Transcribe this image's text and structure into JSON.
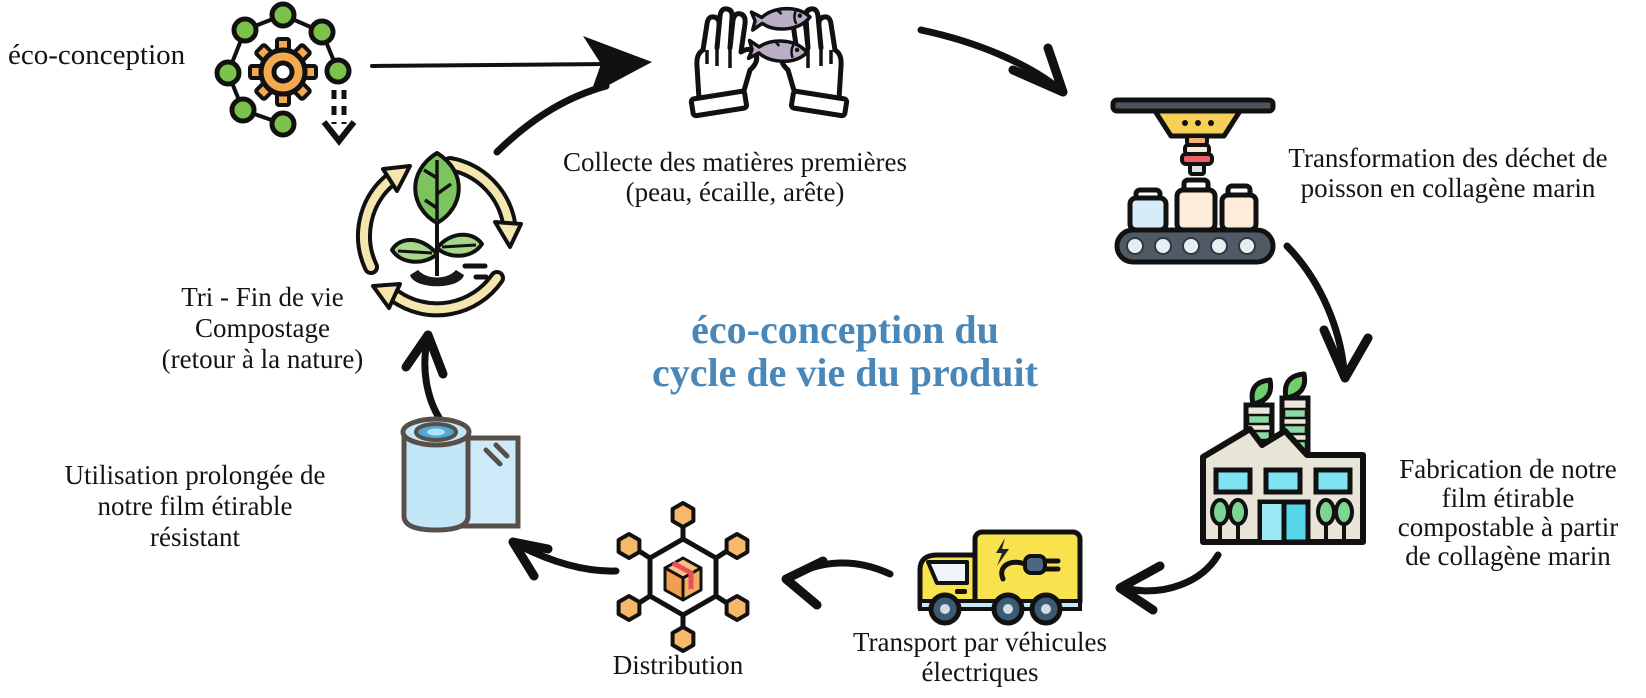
{
  "diagram_type": "product-lifecycle-cycle",
  "background": "#ffffff",
  "center_title": {
    "lines": [
      "éco-conception du",
      "cycle de vie du produit"
    ],
    "color": "#4a87b9"
  },
  "nodes": {
    "eco_conception": {
      "label": "éco-conception",
      "icon": "gear-network-icon"
    },
    "collecte": {
      "lines": [
        "Collecte des matières premières",
        "(peau, écaille, arête)"
      ],
      "icon": "hands-fish-icon"
    },
    "transformation": {
      "lines": [
        "Transformation des déchet de",
        "poisson en collagène marin"
      ],
      "icon": "conveyor-machine-icon"
    },
    "fabrication": {
      "lines": [
        "Fabrication de notre",
        "film étirable",
        "compostable à partir",
        "de collagène marin"
      ],
      "icon": "eco-factory-icon"
    },
    "transport": {
      "lines": [
        "Transport par véhicules",
        "électriques"
      ],
      "icon": "electric-truck-icon"
    },
    "distribution": {
      "label": "Distribution",
      "icon": "package-network-icon"
    },
    "utilisation": {
      "lines": [
        "Utilisation prolongée de",
        "notre film étirable",
        "résistant"
      ],
      "icon": "film-roll-icon"
    },
    "tri": {
      "lines": [
        "Tri - Fin de vie",
        "Compostage",
        "(retour à la nature)"
      ],
      "icon": "compost-cycle-icon"
    }
  },
  "colors": {
    "arrow": "#111111",
    "green_dot": "#7cc14a",
    "gear_orange": "#f4a950",
    "cream_arrow": "#f5e5ae",
    "leaf_green": "#7cc45e",
    "leaf_light": "#a9d78a",
    "fish_gray": "#b9aec4",
    "machine_yellow": "#f6cf57",
    "machine_red": "#ef5d67",
    "belt_gray": "#4f5a64",
    "factory_beige": "#e9e4d8",
    "window_cyan": "#7fe3f2",
    "tree_green": "#7cd492",
    "truck_yellow": "#f8e24e",
    "wheel_blue": "#3d5a73",
    "hex_orange": "#f5b969",
    "box_orange": "#f3ae62",
    "tape_red": "#e8505b",
    "film_blue": "#c3e6f7",
    "film_rim_blue": "#4fa8d8"
  }
}
